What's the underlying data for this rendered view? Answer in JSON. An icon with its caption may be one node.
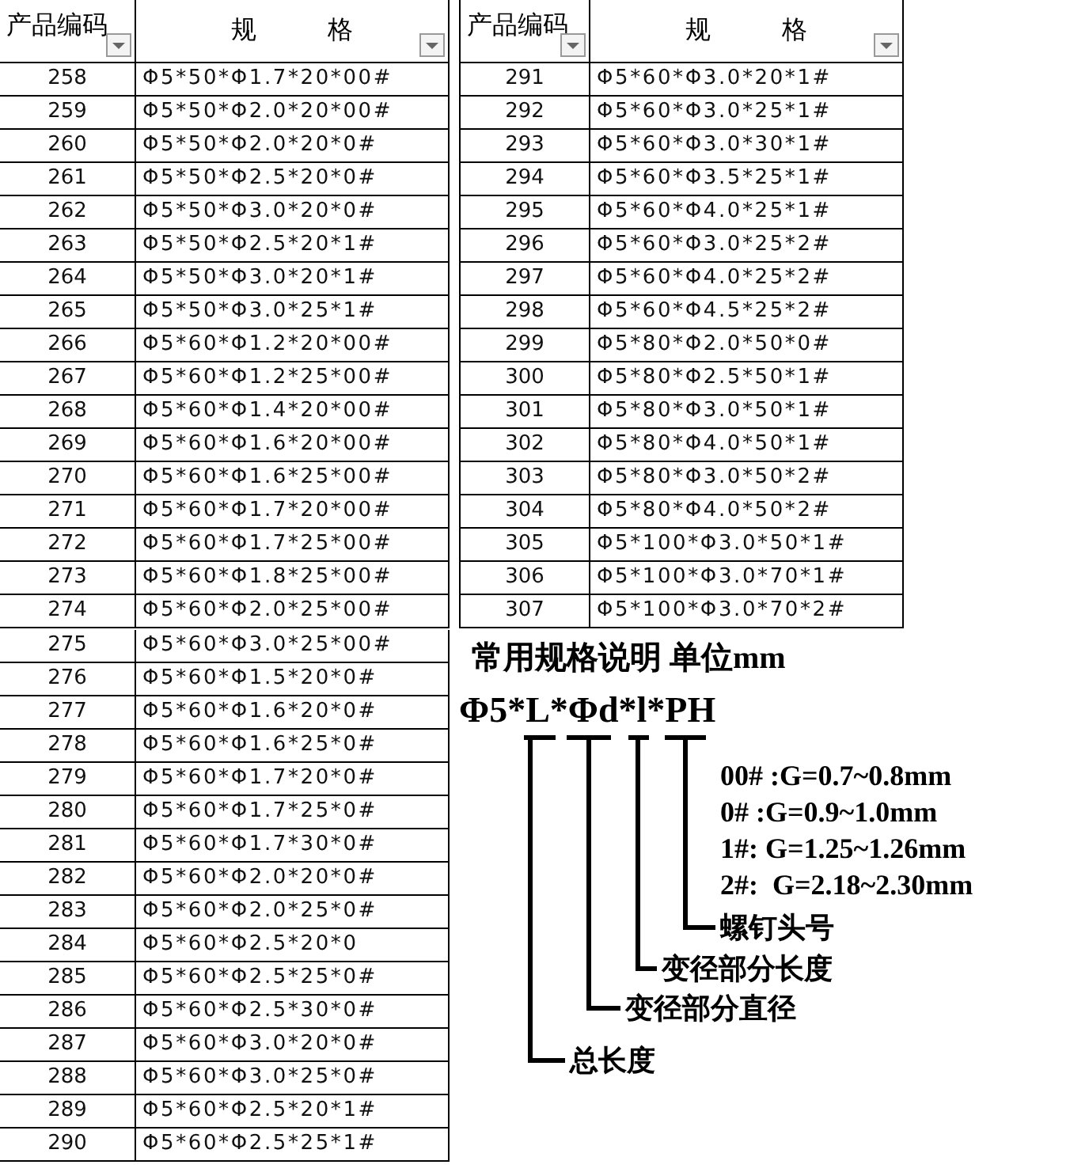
{
  "diagram": {
    "title": "常用规格说明 单位mm",
    "nodes": [
      {
        "text": [
          "螺钉头号"
        ]
      },
      {
        "text": [
          "变径部分长度"
        ]
      },
      {
        "text": [
          "变径部分直径"
        ]
      },
      {
        "text": [
          "总长度"
        ]
      }
    ],
    "edges": [
      {
        "from": 0,
        "to": null,
        "arrow": "none"
      },
      {
        "from": 1,
        "to": null,
        "arrow": "none"
      },
      {
        "from": 2,
        "to": null,
        "arrow": "none"
      },
      {
        "from": 3,
        "to": null,
        "arrow": "none"
      }
    ],
    "labels": [
      "产品编码",
      "规 格",
      "258",
      "Φ5*50*Φ1.7*20*00#",
      "259",
      "Φ5*50*Φ2.0*20*00#",
      "260",
      "Φ5*50*Φ2.0*20*0#",
      "261",
      "Φ5*50*Φ2.5*20*0#",
      "262",
      "Φ5*50*Φ3.0*20*0#",
      "263",
      "Φ5*50*Φ2.5*20*1#",
      "264",
      "Φ5*50*Φ3.0*20*1#",
      "265",
      "Φ5*50*Φ3.0*25*1#",
      "266",
      "Φ5*60*Φ1.2*20*00#",
      "267",
      "Φ5*60*Φ1.2*25*00#",
      "268",
      "Φ5*60*Φ1.4*20*00#",
      "269",
      "Φ5*60*Φ1.6*20*00#",
      "270",
      "Φ5*60*Φ1.6*25*00#",
      "271",
      "Φ5*60*Φ1.7*20*00#",
      "272",
      "Φ5*60*Φ1.7*25*00#",
      "273",
      "Φ5*60*Φ1.8*25*00#",
      "274",
      "Φ5*60*Φ2.0*25*00#",
      "275",
      "Φ5*60*Φ3.0*25*00#",
      "276",
      "Φ5*60*Φ1.5*20*0#",
      "277",
      "Φ5*60*Φ1.6*20*0#",
      "278",
      "Φ5*60*Φ1.6*25*0#",
      "279",
      "Φ5*60*Φ1.7*20*0#",
      "280",
      "Φ5*60*Φ1.7*25*0#",
      "281",
      "Φ5*60*Φ1.7*30*0#",
      "282",
      "Φ5*60*Φ2.0*20*0#",
      "283",
      "Φ5*60*Φ2.0*25*0#",
      "284",
      "Φ5*60*Φ2.5*20*0",
      "285",
      "Φ5*60*Φ2.5*25*0#",
      "286",
      "Φ5*60*Φ2.5*30*0#",
      "287",
      "Φ5*60*Φ3.0*20*0#",
      "288",
      "Φ5*60*Φ3.0*25*0#",
      "289",
      "Φ5*60*Φ2.5*20*1#",
      "290",
      "Φ5*60*Φ2.5*25*1#",
      "产品编码",
      "规 格",
      "291",
      "Φ5*60*Φ3.0*20*1#",
      "292",
      "Φ5*60*Φ3.0*25*1#",
      "293",
      "Φ5*60*Φ3.0*30*1#",
      "294",
      "Φ5*60*Φ3.5*25*1#",
      "295",
      "Φ5*60*Φ4.0*25*1#",
      "296",
      "Φ5*60*Φ3.0*25*2#",
      "297",
      "Φ5*60*Φ4.0*25*2#",
      "298",
      "Φ5*60*Φ4.5*25*2#",
      "299",
      "Φ5*80*Φ2.0*50*0#",
      "300",
      "Φ5*80*Φ2.5*50*1#",
      "301",
      "Φ5*80*Φ3.0*50*1#",
      "302",
      "Φ5*80*Φ4.0*50*1#",
      "303",
      "Φ5*80*Φ3.0*50*2#",
      "304",
      "Φ5*80*Φ4.0*50*2#",
      "305",
      "Φ5*100*Φ3.0*50*1#",
      "306",
      "Φ5*100*Φ3.0*70*1#",
      "307",
      "Φ5*100*Φ3.0*70*2#",
      "Φ5*L*Φd*l*PH",
      "00# :G=0.7~0.8mm",
      "0# :G=0.9~1.0mm",
      "1#: G=1.25~1.26mm",
      "2#:  G=2.18~2.30mm"
    ]
  }
}
